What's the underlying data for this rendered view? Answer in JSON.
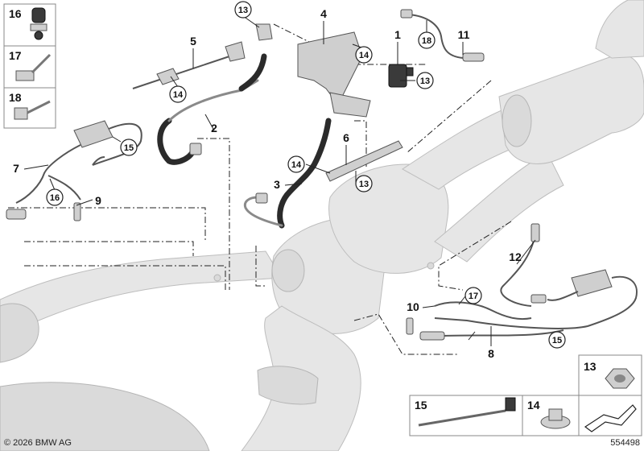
{
  "callouts": {
    "c1": "1",
    "c2": "2",
    "c3": "3",
    "c4": "4",
    "c5": "5",
    "c6": "6",
    "c7": "7",
    "c8": "8",
    "c9": "9",
    "c10": "10",
    "c11": "11",
    "c12": "12",
    "circ13a": "13",
    "circ13b": "13",
    "circ13c": "13",
    "circ14a": "14",
    "circ14b": "14",
    "circ14c": "14",
    "circ15a": "15",
    "circ15b": "15",
    "circ16": "16",
    "circ17": "17",
    "circ18": "18"
  },
  "legend_boxes": {
    "box16": "16",
    "box17": "17",
    "box18": "18",
    "box13": "13",
    "box14": "14",
    "box15": "15"
  },
  "footer": {
    "copyright": "© 2026 BMW AG",
    "diagram_number": "554498"
  }
}
